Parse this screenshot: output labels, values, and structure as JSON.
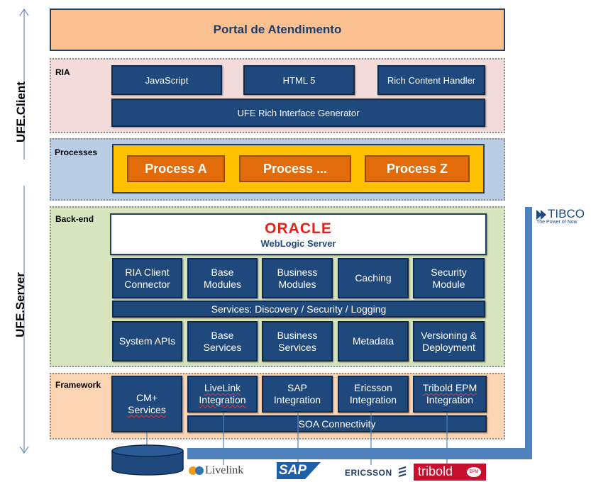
{
  "side_labels": {
    "client": "UFE.Client",
    "server": "UFE.Server"
  },
  "portal": {
    "title": "Portal de Atendimento"
  },
  "ria": {
    "label": "RIA",
    "javascript": "JavaScript",
    "html5": "HTML 5",
    "rich_content": "Rich Content Handler",
    "generator": "UFE Rich Interface Generator"
  },
  "processes": {
    "label": "Processes",
    "items": [
      "Process A",
      "Process ...",
      "Process Z"
    ]
  },
  "backend": {
    "label": "Back-end",
    "oracle": "ORACLE",
    "weblogic": "WebLogic Server",
    "row1": [
      {
        "line1": "RIA Client",
        "line2": "Connector"
      },
      {
        "line1": "Base",
        "line2": "Modules"
      },
      {
        "line1": "Business",
        "line2": "Modules"
      },
      {
        "line1": "Caching",
        "line2": ""
      },
      {
        "line1": "Security",
        "line2": "Module"
      }
    ],
    "services_bar": "Services: Discovery / Security / Logging",
    "row2": [
      {
        "line1": "System APIs",
        "line2": ""
      },
      {
        "line1": "Base",
        "line2": "Services"
      },
      {
        "line1": "Business",
        "line2": "Services"
      },
      {
        "line1": "Metadata",
        "line2": ""
      },
      {
        "line1": "Versioning &",
        "line2": "Deployment"
      }
    ]
  },
  "framework": {
    "label": "Framework",
    "cm": {
      "line1": "CM+",
      "line2": "Services"
    },
    "items": [
      {
        "line1": "LiveLink",
        "line2": "Integration"
      },
      {
        "line1": "SAP",
        "line2": "Integration"
      },
      {
        "line1": "Ericsson",
        "line2": "Integration"
      },
      {
        "line1": "Tribold EPM",
        "line2": "Integration"
      }
    ],
    "soa": "SOA Connectivity"
  },
  "tibco": {
    "name": "TIBCO",
    "tagline": "The Power of Now"
  },
  "logos": {
    "livelink": "Livelink",
    "sap": "SAP",
    "ericsson": "ERICSSON",
    "tribold": "tribold",
    "epm": "EPM"
  },
  "colors": {
    "box_blue": "#1f497d",
    "portal_fill": "#fac090",
    "ria_fill": "#f2dcdb",
    "processes_fill": "#b9cde5",
    "process_container": "#ffc000",
    "process_orange": "#e36c0a",
    "backend_fill": "#d7e4bd",
    "framework_fill": "#fcd5b5",
    "connector_blue": "#4f81bd",
    "oracle_red": "#e2231a"
  }
}
